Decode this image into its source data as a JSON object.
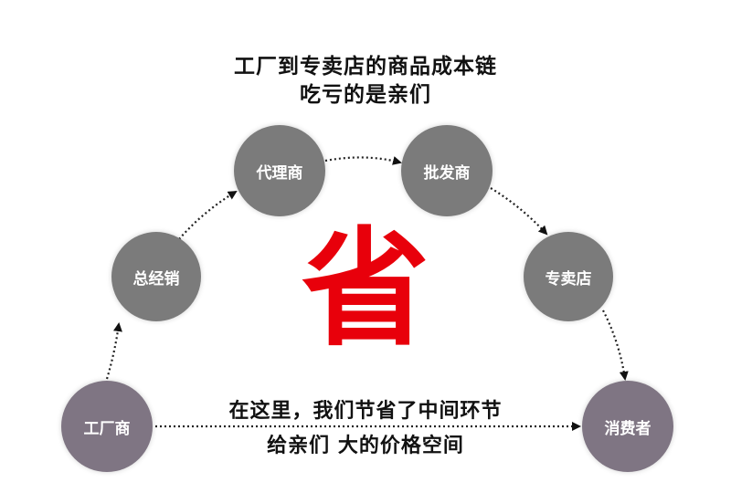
{
  "title": {
    "line1": "工厂到专卖店的商品成本链",
    "line2": "吃亏的是亲们"
  },
  "nodes": {
    "factory": "工厂商",
    "general_distributor": "总经销",
    "agent": "代理商",
    "wholesaler": "批发商",
    "store": "专卖店",
    "consumer": "消费者"
  },
  "center_char": "省",
  "note": {
    "line1": "在这里，我们节省了中间环节",
    "line2": "给亲们 大的价格空间"
  },
  "colors": {
    "node_gray": "#7b7b7b",
    "node_purple_gray": "#7f7583",
    "accent_red": "#e8000b"
  }
}
